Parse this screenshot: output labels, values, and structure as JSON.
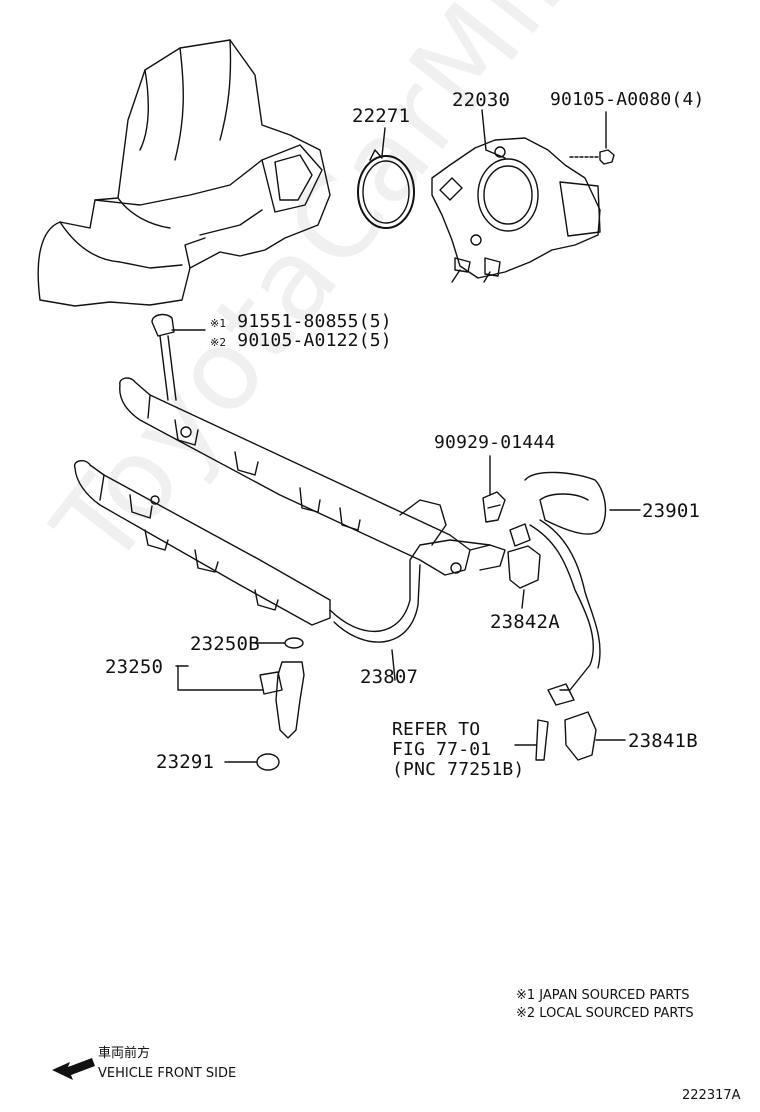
{
  "parts": {
    "p22271": "22271",
    "p22030": "22030",
    "p90105_a0080": "90105-A0080(4)",
    "bolt_note_1_mark": "※1",
    "bolt_note_1": "91551-80855(5)",
    "bolt_note_2_mark": "※2",
    "bolt_note_2": "90105-A0122(5)",
    "p90929": "90929-01444",
    "p23901": "23901",
    "p23842a": "23842A",
    "p23250b": "23250B",
    "p23250": "23250",
    "p23807": "23807",
    "p23291": "23291",
    "p23841b": "23841B"
  },
  "refer": {
    "line1": "REFER TO",
    "line2": "FIG 77-01",
    "line3": "(PNC 77251B)"
  },
  "notes": {
    "japan": "※1 JAPAN SOURCED PARTS",
    "local": "※2 LOCAL SOURCED PARTS"
  },
  "direction": {
    "jp": "車両前方",
    "en": "VEHICLE FRONT SIDE"
  },
  "figure_code": "222317A",
  "watermark": "ToyotaCarMine.ru"
}
